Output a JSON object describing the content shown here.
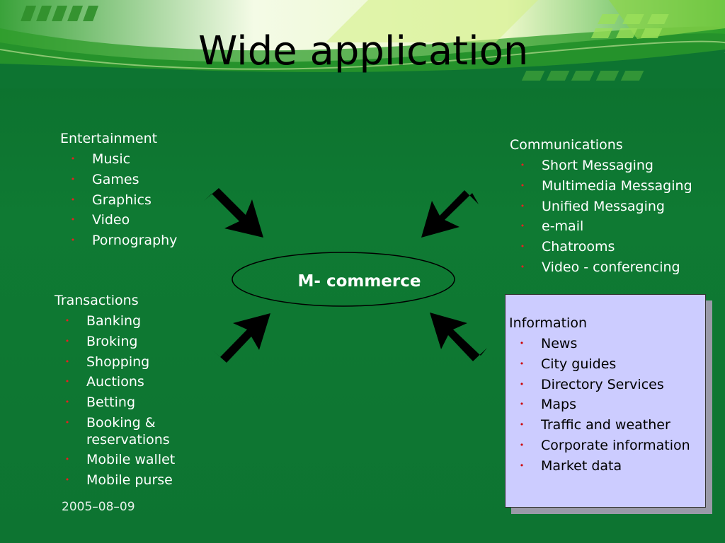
{
  "slide": {
    "title": "Wide application",
    "date": "2005–08–09",
    "center": "M- commerce"
  },
  "sections": {
    "entertainment": {
      "heading": "Entertainment",
      "items": [
        "Music",
        "Games",
        "Graphics",
        "Video",
        "Pornography"
      ]
    },
    "communications": {
      "heading": "Communications",
      "items": [
        "Short Messaging",
        "Multimedia Messaging",
        "Unified Messaging",
        "e-mail",
        "Chatrooms",
        "Video - conferencing"
      ]
    },
    "transactions": {
      "heading": "Transactions",
      "items": [
        "Banking",
        "Broking",
        "Shopping",
        "Auctions",
        "Betting",
        "Booking & reservations",
        "Mobile wallet",
        "Mobile purse"
      ]
    },
    "information": {
      "heading": "Information",
      "items": [
        "News",
        "City guides",
        "Directory Services",
        "Maps",
        "Traffic and weather",
        "Corporate information",
        "Market data"
      ]
    }
  },
  "colors": {
    "background": "#0e7a32",
    "text": "#ffffff",
    "info_box": "#ccccff",
    "bullet": "#e62020"
  },
  "icons": {
    "bullet": "red-dot-bullet-icon",
    "arrows": "black-block-arrow-icon"
  }
}
